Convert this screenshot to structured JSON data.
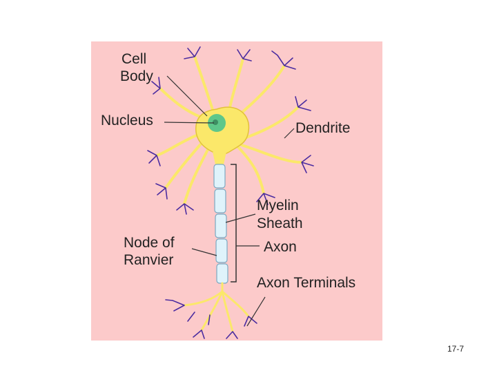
{
  "diagram": {
    "labels": {
      "cell_body": [
        "Cell",
        "Body"
      ],
      "nucleus": "Nucleus",
      "dendrite": "Dendrite",
      "myelin_sheath": [
        "Myelin",
        "Sheath"
      ],
      "axon": "Axon",
      "node_of_ranvier": [
        "Node of",
        "Ranvier"
      ],
      "axon_terminals": "Axon Terminals"
    },
    "colors": {
      "background": "#fccaca",
      "cell_body": "#fbe86a",
      "cell_outline": "#e2c13a",
      "nucleus": "#5ec78a",
      "myelin": "#dff3fb",
      "myelin_outline": "#7aa9c2",
      "dendrite_tips": "#4b2ca0",
      "leader_line": "#333333"
    }
  },
  "slide_number": "17-7"
}
